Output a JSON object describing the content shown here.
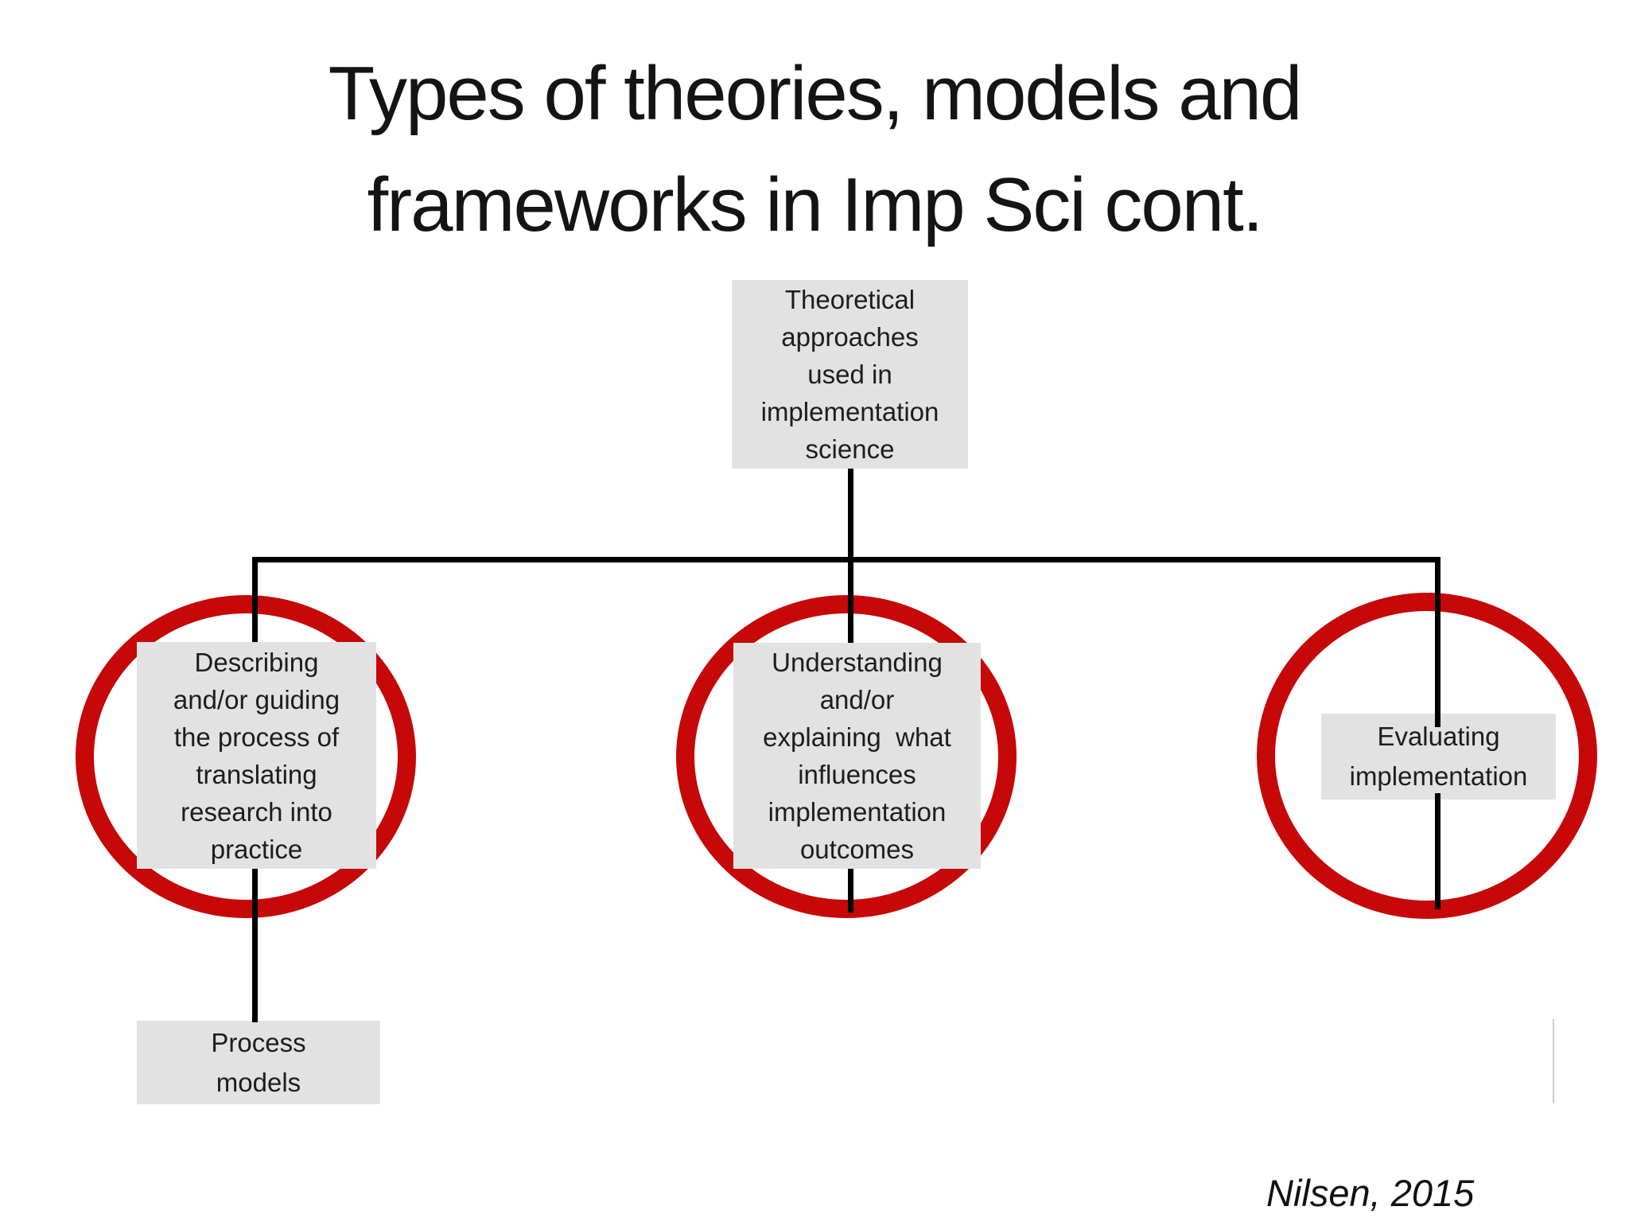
{
  "slide": {
    "title_line1": "Types of theories, models and",
    "title_line2": "frameworks in Imp Sci cont.",
    "citation": "Nilsen, 2015"
  },
  "diagram": {
    "root_box": {
      "lines": [
        "Theoretical",
        "approaches",
        "used in",
        "implementation",
        "science"
      ]
    },
    "branch_boxes": [
      {
        "name": "describing",
        "lines": [
          "Describing",
          "and/or guiding",
          "the process of",
          "translating",
          "research into",
          "practice"
        ],
        "circled": true
      },
      {
        "name": "understanding",
        "lines": [
          "Understanding",
          "and/or",
          "explaining  what",
          "influences",
          "implementation",
          "outcomes"
        ],
        "circled": true
      },
      {
        "name": "evaluating",
        "lines": [
          "Evaluating",
          "implementation"
        ],
        "circled": true
      }
    ],
    "leaf_box": {
      "lines": [
        "Process",
        "models"
      ]
    }
  },
  "colors": {
    "box_bg": "#e2e2e2",
    "circle_red": "#c60808",
    "connector_black": "#000000",
    "title_text": "#141414"
  }
}
